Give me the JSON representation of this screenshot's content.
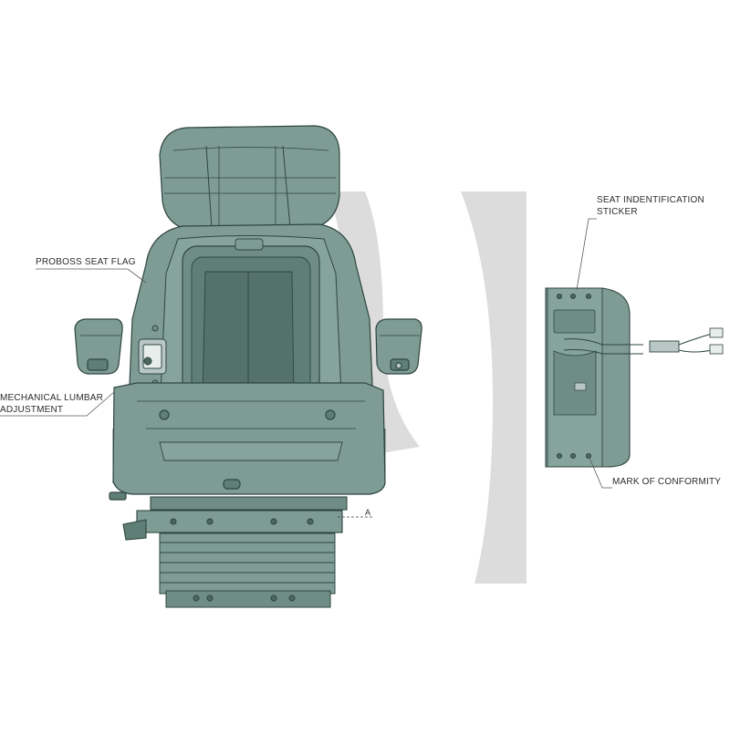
{
  "diagram": {
    "callouts": {
      "seat_flag": "PROBOSS SEAT FLAG",
      "lumbar_line1": "MECHANICAL LUMBAR",
      "lumbar_line2": "ADJUSTMENT",
      "sticker_line1": "SEAT INDENTIFICATION",
      "sticker_line2": "STICKER",
      "conformity": "MARK OF CONFORMITY",
      "marker_a": "A"
    },
    "colors": {
      "body_fill": "#7e9c94",
      "body_dark": "#5f7e76",
      "outline": "#2e4540",
      "watermark": "#dcdcdc",
      "leader": "#5a5a5a",
      "background": "#ffffff"
    }
  }
}
